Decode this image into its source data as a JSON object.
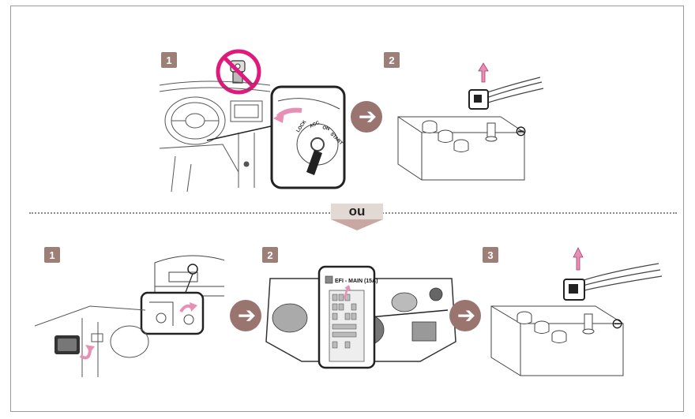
{
  "top_row": {
    "step1_badge": "1",
    "step2_badge": "2"
  },
  "separator": {
    "label": "ou"
  },
  "bottom_row": {
    "step1_badge": "1",
    "step2_badge": "2",
    "step3_badge": "3",
    "fuse_label": "EFI - MAIN (15A)"
  },
  "ignition_positions": [
    "LOCK",
    "ACC",
    "ON",
    "START"
  ],
  "negative_symbol": "⊖",
  "arrow_glyph": "➔",
  "colors": {
    "badge": "#9c7f76",
    "arrow_circle": "#9a7570",
    "lift_arrow": "#e88fb5",
    "prohibit": "#e0197d",
    "divider_tab": "#e2d8d4"
  },
  "icons": [
    "prohibited-key-icon",
    "next-step-arrow-icon",
    "lift-up-arrow-icon",
    "negative-terminal-icon"
  ]
}
